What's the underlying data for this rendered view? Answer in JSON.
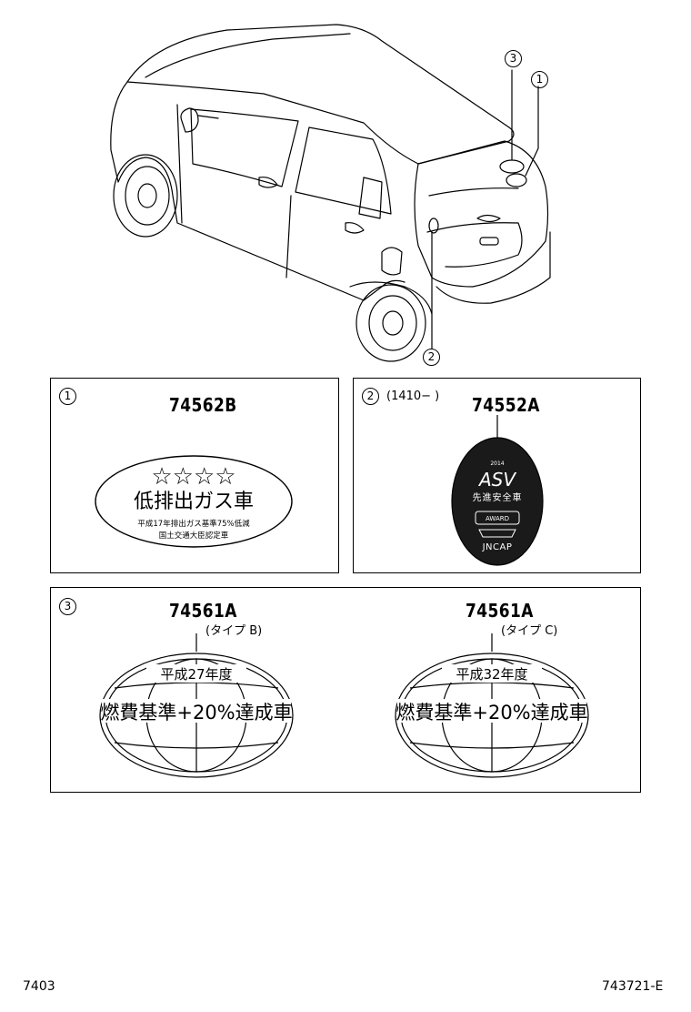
{
  "callouts": {
    "c1": "1",
    "c2": "2",
    "c3": "3"
  },
  "panel1": {
    "index": "1",
    "part_number": "74562B",
    "label": {
      "stars": "☆☆☆☆",
      "title": "低排出ガス車",
      "line1": "平成17年排出ガス基準75%低減",
      "line2": "国土交通大臣認定車"
    }
  },
  "panel2": {
    "index": "2",
    "note": "(1410−      )",
    "part_number": "74552A",
    "label": {
      "year": "2014",
      "brand": "ASV",
      "title": "先進安全車",
      "award": "AWARD",
      "org": "JNCAP"
    }
  },
  "panel3": {
    "index": "3",
    "items": [
      {
        "part_number": "74561A",
        "type": "(タイプ B)",
        "year": "平成27年度",
        "title": "燃費基準+20%達成車"
      },
      {
        "part_number": "74561A",
        "type": "(タイプ C)",
        "year": "平成32年度",
        "title": "燃費基準+20%達成車"
      }
    ]
  },
  "footer": {
    "left": "7403",
    "right": "743721-E"
  }
}
